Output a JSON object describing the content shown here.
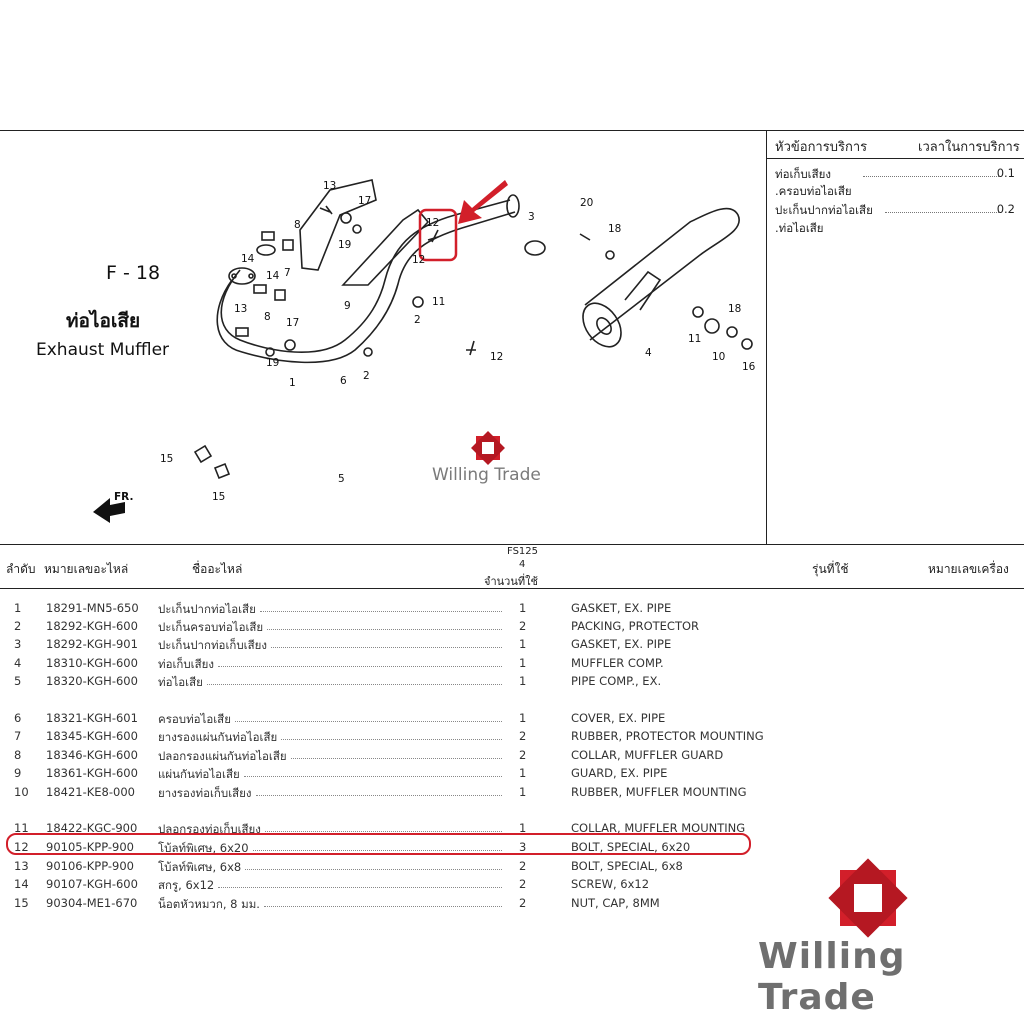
{
  "figure": {
    "code": "F - 18",
    "title_th": "ท่อไอเสีย",
    "title_en": "Exhaust Muffler",
    "front_label": "FR.",
    "part_callouts": [
      "1",
      "2",
      "3",
      "4",
      "5",
      "6",
      "7",
      "8",
      "9",
      "10",
      "11",
      "12",
      "13",
      "14",
      "15",
      "16",
      "17",
      "18",
      "19",
      "20"
    ]
  },
  "service": {
    "header_item": "หัวข้อการบริการ",
    "header_time": "เวลาในการบริการ",
    "rows": [
      {
        "item": "ท่อเก็บเสียง",
        "time": "0.1"
      },
      {
        "item": ".ครอบท่อไอเสีย",
        "time": ""
      },
      {
        "item": "ปะเก็นปากท่อไอเสีย",
        "time": "0.2"
      },
      {
        "item": ".ท่อไอเสีย",
        "time": ""
      }
    ]
  },
  "table": {
    "headers": {
      "no": "ลำดับ",
      "part_no": "หมายเลขอะไหล่",
      "name": "ชื่ออะไหล่",
      "model": "FS125",
      "model_sub": "4",
      "qty": "จำนวนที่ใช้",
      "used_in": "รุ่นที่ใช้",
      "engine_no": "หมายเลขเครื่อง"
    },
    "rows": [
      {
        "no": "1",
        "part_no": "18291-MN5-650",
        "name_th": "ปะเก็นปากท่อไอเสีย",
        "qty": "1",
        "name_en": "GASKET, EX. PIPE"
      },
      {
        "no": "2",
        "part_no": "18292-KGH-600",
        "name_th": "ปะเก็นครอบท่อไอเสีย",
        "qty": "2",
        "name_en": "PACKING, PROTECTOR"
      },
      {
        "no": "3",
        "part_no": "18292-KGH-901",
        "name_th": "ปะเก็นปากท่อเก็บเสียง",
        "qty": "1",
        "name_en": "GASKET, EX. PIPE"
      },
      {
        "no": "4",
        "part_no": "18310-KGH-600",
        "name_th": "ท่อเก็บเสียง",
        "qty": "1",
        "name_en": "MUFFLER COMP."
      },
      {
        "no": "5",
        "part_no": "18320-KGH-600",
        "name_th": "ท่อไอเสีย",
        "qty": "1",
        "name_en": "PIPE COMP., EX."
      },
      {
        "no": "6",
        "part_no": "18321-KGH-601",
        "name_th": "ครอบท่อไอเสีย",
        "qty": "1",
        "name_en": "COVER, EX. PIPE"
      },
      {
        "no": "7",
        "part_no": "18345-KGH-600",
        "name_th": "ยางรองแผ่นกันท่อไอเสีย",
        "qty": "2",
        "name_en": "RUBBER, PROTECTOR MOUNTING"
      },
      {
        "no": "8",
        "part_no": "18346-KGH-600",
        "name_th": "ปลอกรองแผ่นกันท่อไอเสีย",
        "qty": "2",
        "name_en": "COLLAR, MUFFLER GUARD"
      },
      {
        "no": "9",
        "part_no": "18361-KGH-600",
        "name_th": "แผ่นกันท่อไอเสีย",
        "qty": "1",
        "name_en": "GUARD, EX. PIPE"
      },
      {
        "no": "10",
        "part_no": "18421-KE8-000",
        "name_th": "ยางรองท่อเก็บเสียง",
        "qty": "1",
        "name_en": "RUBBER, MUFFLER MOUNTING"
      },
      {
        "no": "11",
        "part_no": "18422-KGC-900",
        "name_th": "ปลอกรองท่อเก็บเสียง",
        "qty": "1",
        "name_en": "COLLAR, MUFFLER MOUNTING"
      },
      {
        "no": "12",
        "part_no": "90105-KPP-900",
        "name_th": "โบ้ลท์พิเศษ, 6x20",
        "qty": "3",
        "name_en": "BOLT, SPECIAL, 6x20"
      },
      {
        "no": "13",
        "part_no": "90106-KPP-900",
        "name_th": "โบ้ลท์พิเศษ, 6x8",
        "qty": "2",
        "name_en": "BOLT, SPECIAL, 6x8"
      },
      {
        "no": "14",
        "part_no": "90107-KGH-600",
        "name_th": "สกรู, 6x12",
        "qty": "2",
        "name_en": "SCREW, 6x12"
      },
      {
        "no": "15",
        "part_no": "90304-ME1-670",
        "name_th": "น็อตหัวหมวก, 8 มม.",
        "qty": "2",
        "name_en": "NUT, CAP, 8MM"
      }
    ]
  },
  "watermark": {
    "text": "Willing Trade",
    "color": "#d21f2a"
  },
  "highlight_color": "#d21f2a"
}
